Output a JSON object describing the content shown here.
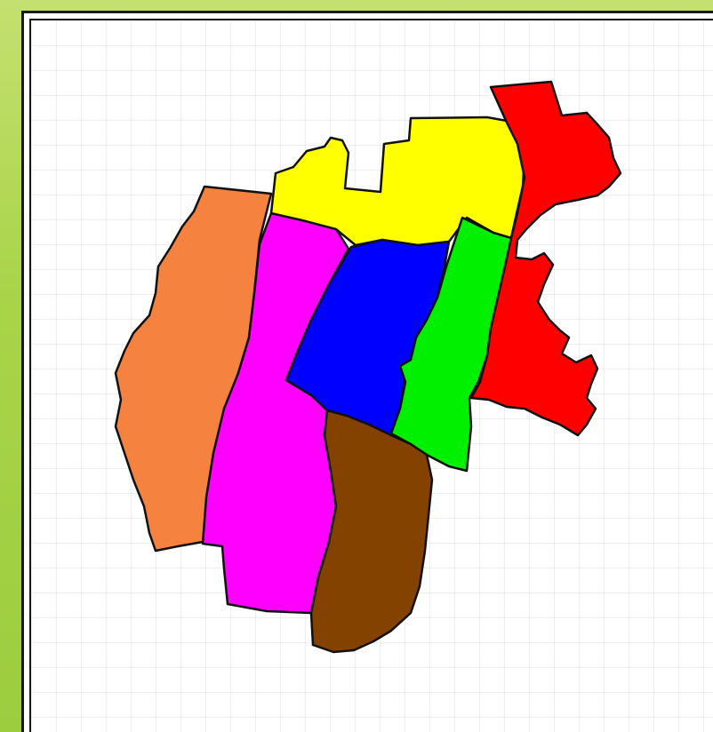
{
  "map": {
    "regions": [
      {
        "id": "west",
        "color": "#f6823f"
      },
      {
        "id": "west-central",
        "color": "#ff00ff"
      },
      {
        "id": "north",
        "color": "#ffff00"
      },
      {
        "id": "central",
        "color": "#0000ff"
      },
      {
        "id": "east-central",
        "color": "#00f000"
      },
      {
        "id": "east",
        "color": "#ff0000"
      },
      {
        "id": "south",
        "color": "#834200"
      }
    ],
    "frame_color": "#1a1a1a",
    "background_color": "#ffffff",
    "page_color": "#a9d449"
  }
}
